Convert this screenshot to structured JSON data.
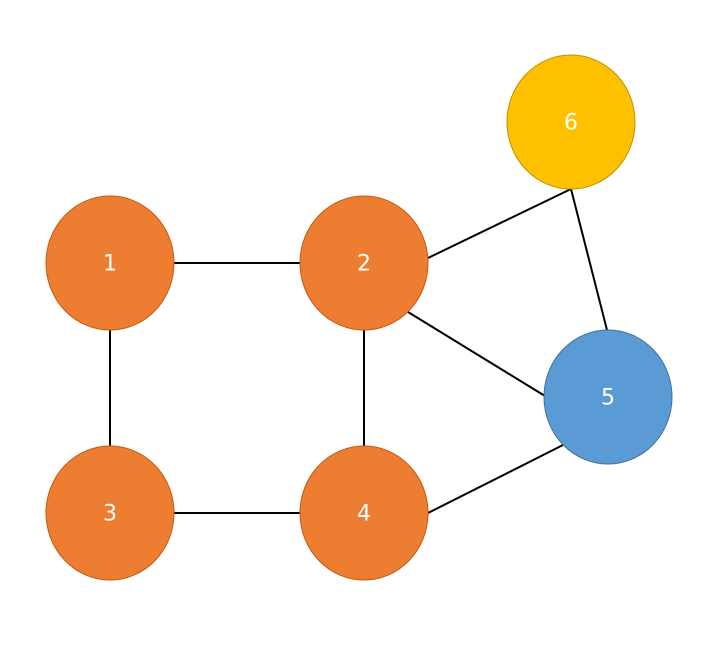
{
  "nodes": [
    {
      "id": "1",
      "label": "1",
      "color": "#ED7D31",
      "stroke": "#C55A11"
    },
    {
      "id": "2",
      "label": "2",
      "color": "#ED7D31",
      "stroke": "#C55A11"
    },
    {
      "id": "3",
      "label": "3",
      "color": "#ED7D31",
      "stroke": "#C55A11"
    },
    {
      "id": "4",
      "label": "4",
      "color": "#ED7D31",
      "stroke": "#C55A11"
    },
    {
      "id": "5",
      "label": "5",
      "color": "#5B9BD5",
      "stroke": "#41719C"
    },
    {
      "id": "6",
      "label": "6",
      "color": "#FFC000",
      "stroke": "#BF9000"
    }
  ],
  "edges": [
    {
      "from": "1",
      "to": "2"
    },
    {
      "from": "1",
      "to": "3"
    },
    {
      "from": "2",
      "to": "4"
    },
    {
      "from": "3",
      "to": "4"
    },
    {
      "from": "2",
      "to": "6"
    },
    {
      "from": "2",
      "to": "5"
    },
    {
      "from": "6",
      "to": "5"
    },
    {
      "from": "4",
      "to": "5"
    }
  ]
}
